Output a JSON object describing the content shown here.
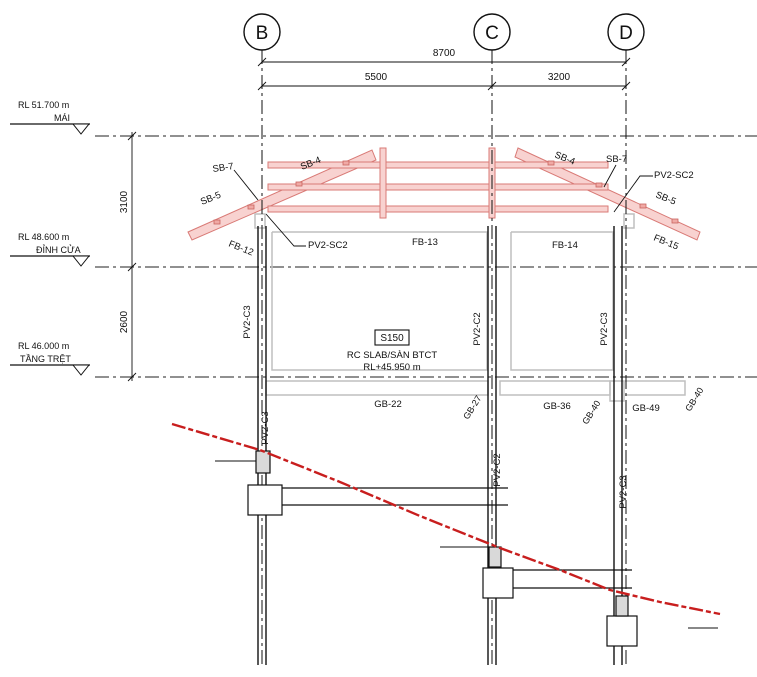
{
  "grid": {
    "b": "B",
    "c": "C",
    "d": "D"
  },
  "dims": {
    "total": "8700",
    "bc": "5500",
    "cd": "3200",
    "upper": "3100",
    "lower": "2600"
  },
  "levels": {
    "roof": {
      "rl": "RL 51.700 m",
      "name": "MÁI"
    },
    "door": {
      "rl": "RL 48.600 m",
      "name": "ĐỈNH CỬA"
    },
    "ground": {
      "rl": "RL 46.000 m",
      "name": "TẦNG TRỆT"
    }
  },
  "roof_labels": {
    "sb7_left": "SB-7",
    "sb4_left": "SB-4",
    "sb5_left": "SB-5",
    "sb4_right": "SB-4",
    "sb7_right": "SB-7",
    "sb5_right": "SB-5",
    "pv2sc2_right": "PV2-SC2",
    "pv2sc2_left": "PV2-SC2",
    "fb12": "FB-12",
    "fb13": "FB-13",
    "fb14": "FB-14",
    "fb15": "FB-15"
  },
  "column_labels": {
    "b": "PV2-C3",
    "c": "PV2-C2",
    "d": "PV2-C3"
  },
  "slab": {
    "tag": "S150",
    "line1": "RC SLAB/SÀN BTCT",
    "line2": "RL+45.950 m"
  },
  "beam_labels": {
    "gb22": "GB-22",
    "gb27": "GB-27",
    "gb36": "GB-36",
    "gb40a": "GB-40",
    "gb49": "GB-49",
    "gb40b": "GB-40"
  },
  "foundation_labels": {
    "b": "PV2-C3",
    "c": "PV2-C2",
    "d": "PV2-C3"
  }
}
